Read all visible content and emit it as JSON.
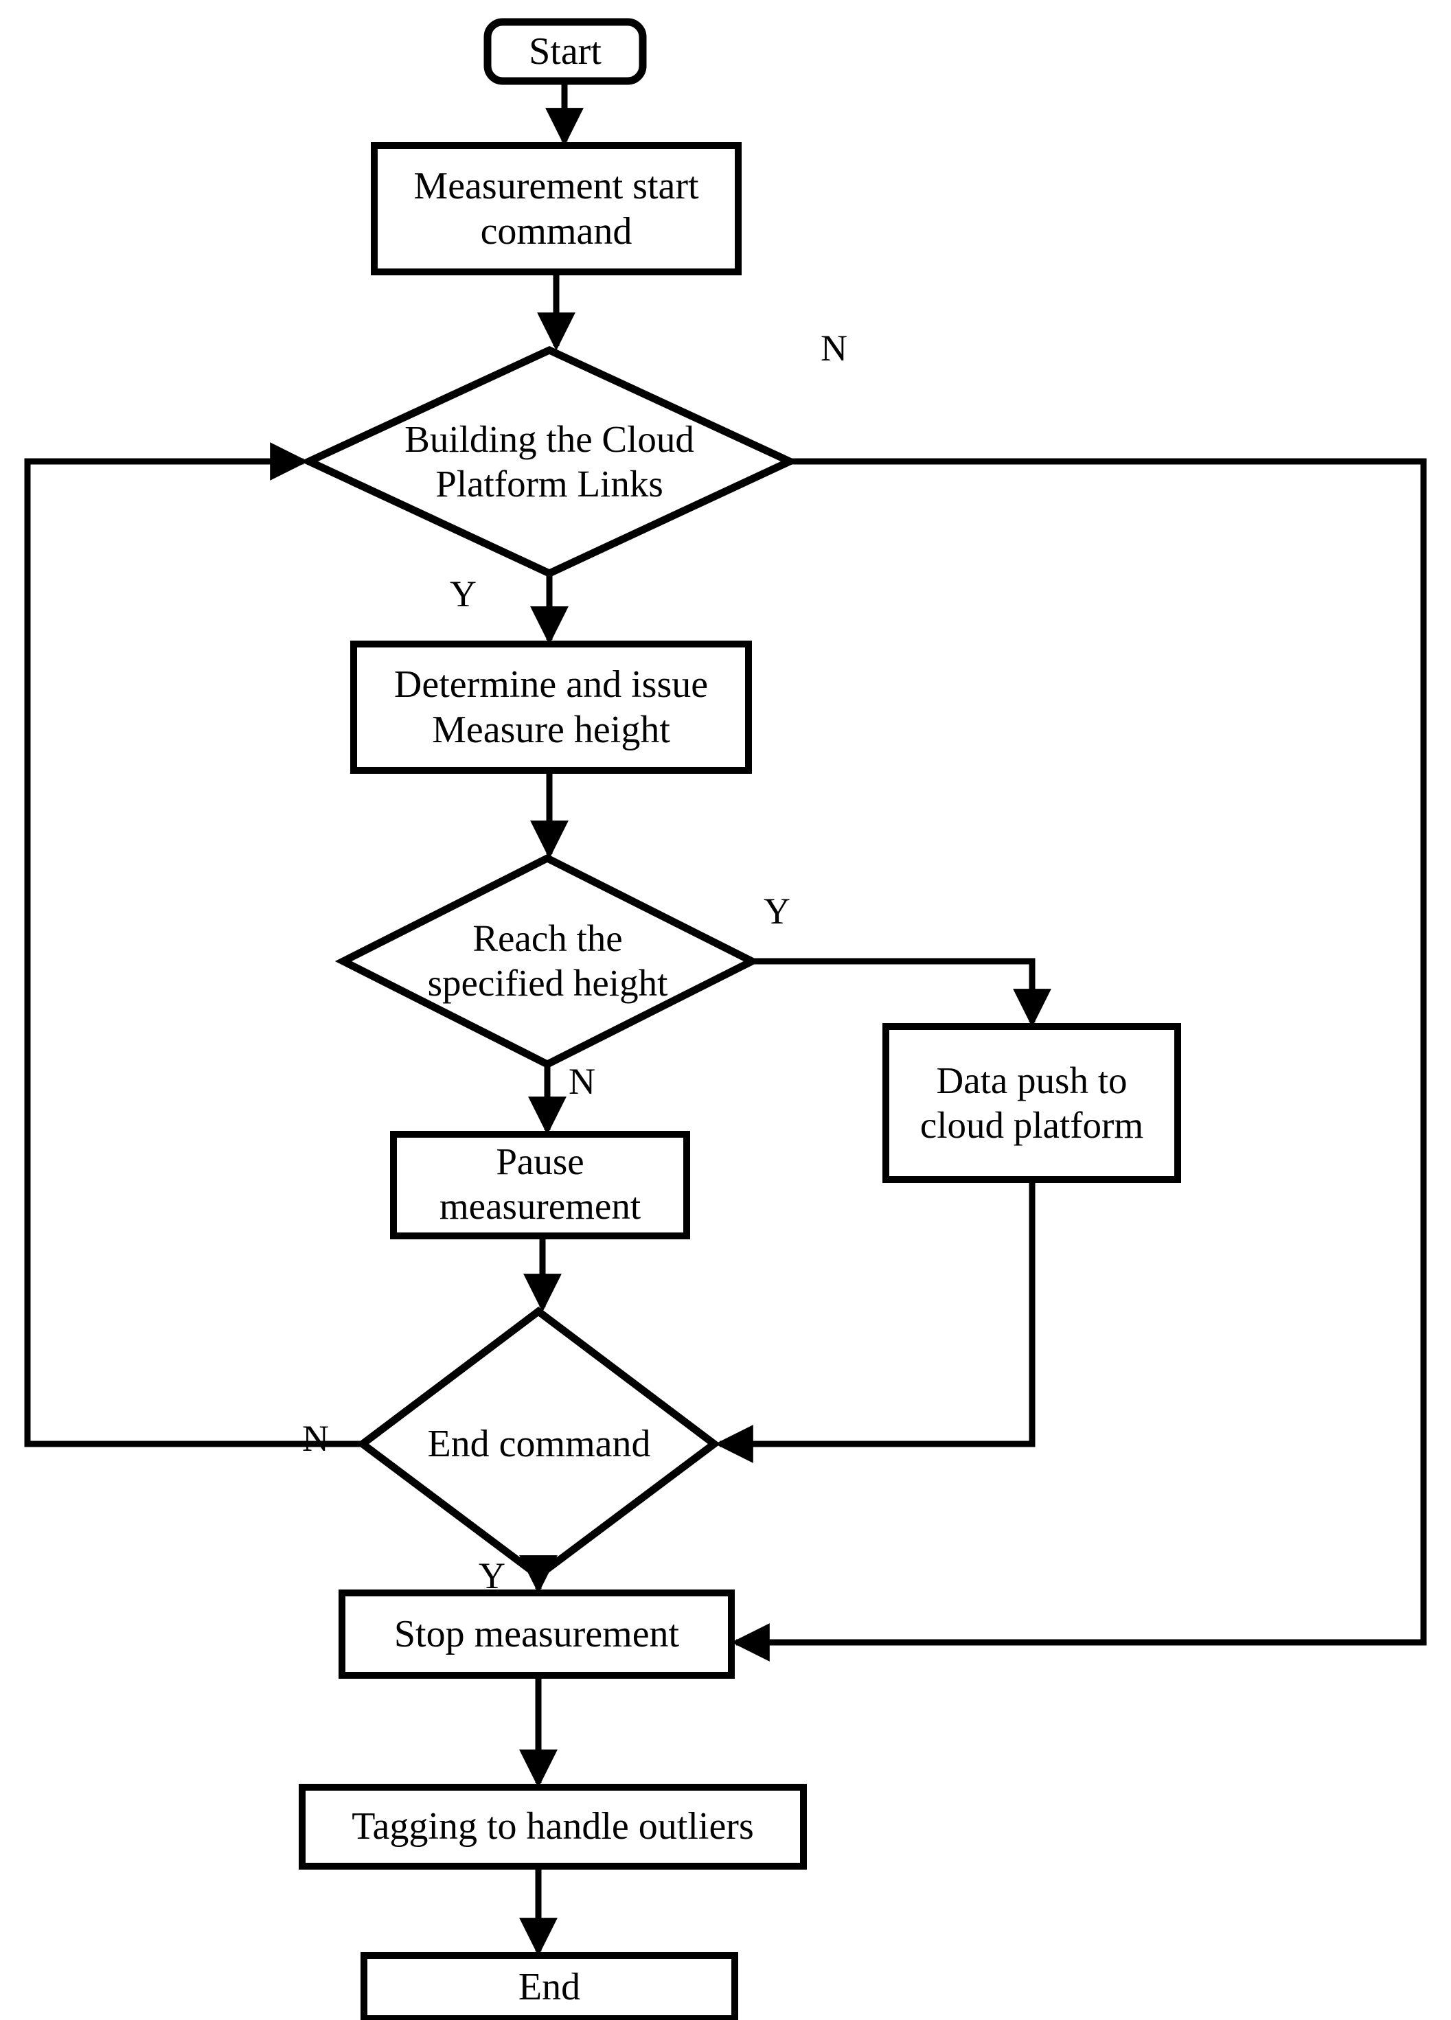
{
  "diagram": {
    "type": "flowchart",
    "title": "Measurement process flowchart",
    "orientation": "top-to-bottom",
    "stroke_color": "#000000",
    "fill_color": "#ffffff",
    "text_color": "#000000"
  },
  "nodes": {
    "start": {
      "label": "Start",
      "shape": "rounded-rectangle"
    },
    "measurement_start_command": {
      "label": "Measurement start\ncommand",
      "shape": "rectangle"
    },
    "building_cloud_links": {
      "label": "Building the Cloud\nPlatform Links",
      "shape": "diamond"
    },
    "determine_measure_height": {
      "label": "Determine and issue\nMeasure height",
      "shape": "rectangle"
    },
    "reach_specified_height": {
      "label": "Reach the\nspecified height",
      "shape": "diamond"
    },
    "data_push_cloud": {
      "label": "Data push to\ncloud platform",
      "shape": "rectangle"
    },
    "pause_measurement": {
      "label": "Pause\nmeasurement",
      "shape": "rectangle"
    },
    "end_command": {
      "label": "End command",
      "shape": "diamond"
    },
    "stop_measurement": {
      "label": "Stop measurement",
      "shape": "rectangle"
    },
    "tagging_outliers": {
      "label": "Tagging to handle outliers",
      "shape": "rectangle"
    },
    "end": {
      "label": "End",
      "shape": "rectangle"
    }
  },
  "edge_labels": {
    "building_no": "N",
    "building_yes": "Y",
    "reach_yes": "Y",
    "reach_no": "N",
    "end_command_no": "N",
    "end_command_yes": "Y"
  },
  "edges": [
    {
      "from": "start",
      "to": "measurement_start_command",
      "label": ""
    },
    {
      "from": "measurement_start_command",
      "to": "building_cloud_links",
      "label": ""
    },
    {
      "from": "building_cloud_links",
      "to": "determine_measure_height",
      "label": "Y"
    },
    {
      "from": "building_cloud_links",
      "to": "stop_measurement",
      "label": "N"
    },
    {
      "from": "determine_measure_height",
      "to": "reach_specified_height",
      "label": ""
    },
    {
      "from": "reach_specified_height",
      "to": "data_push_cloud",
      "label": "Y"
    },
    {
      "from": "reach_specified_height",
      "to": "pause_measurement",
      "label": "N"
    },
    {
      "from": "data_push_cloud",
      "to": "end_command",
      "label": ""
    },
    {
      "from": "pause_measurement",
      "to": "end_command",
      "label": ""
    },
    {
      "from": "end_command",
      "to": "building_cloud_links",
      "label": "N"
    },
    {
      "from": "end_command",
      "to": "stop_measurement",
      "label": "Y"
    },
    {
      "from": "stop_measurement",
      "to": "tagging_outliers",
      "label": ""
    },
    {
      "from": "tagging_outliers",
      "to": "end",
      "label": ""
    }
  ]
}
